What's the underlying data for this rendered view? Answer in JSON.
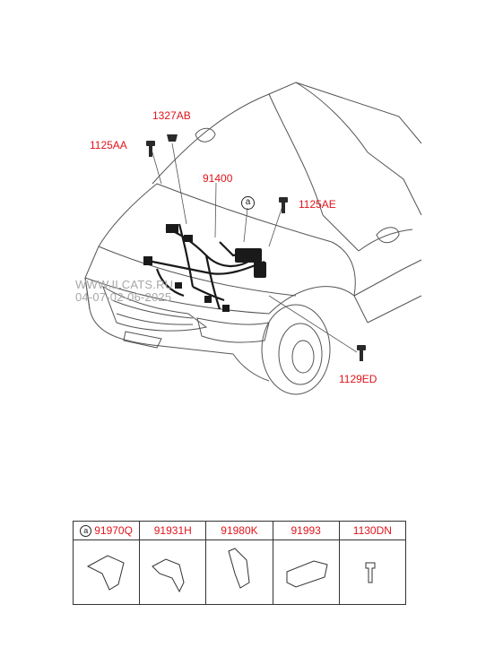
{
  "callouts": {
    "c1327ab": "1327AB",
    "c1125aa": "1125AA",
    "c91400": "91400",
    "c1125ae": "1125AE",
    "c1129ed": "1129ED",
    "circle_label": "a"
  },
  "watermark": {
    "line1": "WWW.ILCATS.RU",
    "line2": "04-07-02-06-2025"
  },
  "parts_table": {
    "headers": [
      "91970Q",
      "91931H",
      "91980K",
      "91993",
      "1130DN"
    ],
    "first_marker": "a"
  },
  "colors": {
    "callout_red": "#e0141b",
    "line_gray": "#555555",
    "harness_black": "#1a1a1a"
  }
}
